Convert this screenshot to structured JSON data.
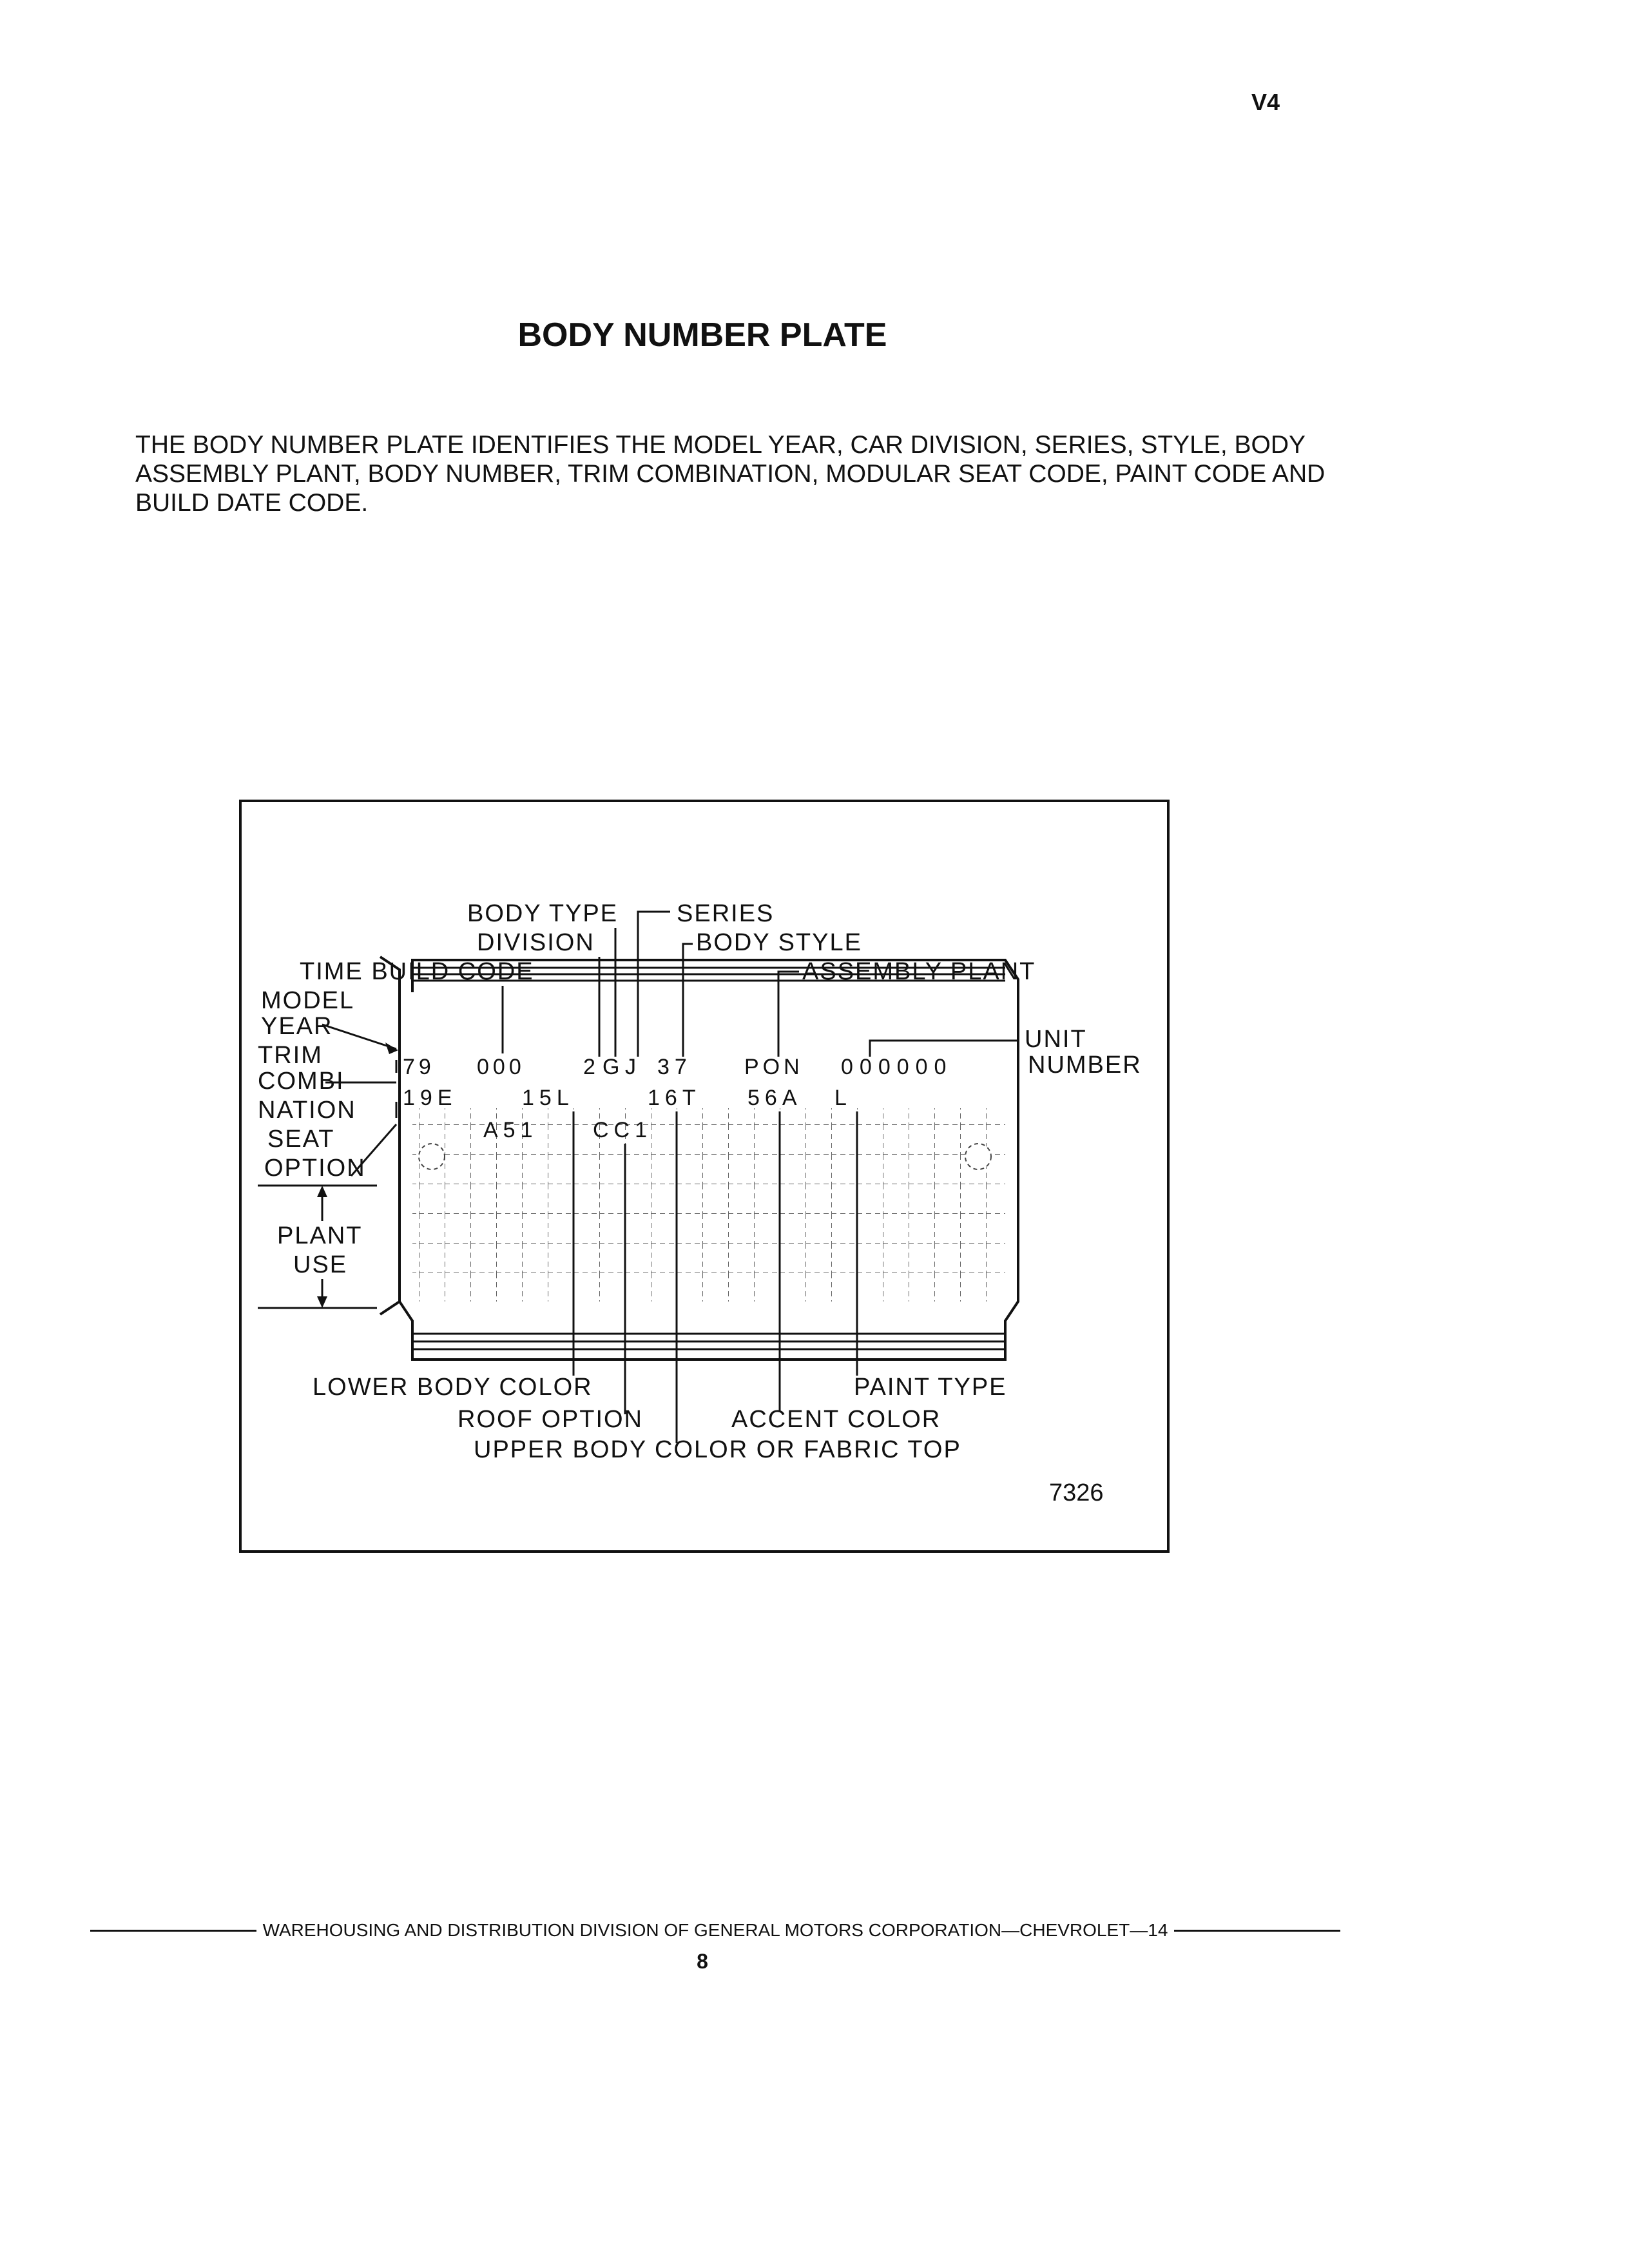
{
  "header": {
    "page_code": "V4"
  },
  "title": "BODY NUMBER PLATE",
  "intro": "THE BODY NUMBER PLATE IDENTIFIES THE MODEL YEAR, CAR DIVISION, SERIES, STYLE, BODY ASSEMBLY PLANT, BODY NUMBER, TRIM COMBINATION, MODULAR SEAT CODE, PAINT CODE AND BUILD DATE CODE.",
  "diagram": {
    "labels": {
      "body_type": "BODY TYPE",
      "series": "SERIES",
      "division": "DIVISION",
      "body_style": "BODY STYLE",
      "time_build_code": "TIME BUILD CODE",
      "assembly_plant": "ASSEMBLY PLANT",
      "model": "MODEL",
      "year": "YEAR",
      "unit": "UNIT",
      "number": "NUMBER",
      "trim": "TRIM",
      "combi": "COMBI-",
      "nation": "NATION",
      "seat": "SEAT",
      "option": "OPTION",
      "plant": "PLANT",
      "use": "USE",
      "lower_body_color": "LOWER BODY COLOR",
      "paint_type": "PAINT TYPE",
      "roof_option": "ROOF OPTION",
      "accent_color": "ACCENT COLOR",
      "upper_body_color": "UPPER BODY COLOR OR FABRIC TOP"
    },
    "row1": {
      "model_year": "79",
      "time_build": "000",
      "division": "2",
      "body_type": "G",
      "series": "J",
      "body_style": "37",
      "assembly_plant": "PON",
      "unit_number": "000000"
    },
    "row2": {
      "trim": "19E",
      "lower_color": "15L",
      "upper_color": "16T",
      "accent": "56A",
      "paint_type": "L"
    },
    "row3": {
      "seat_option": "A51",
      "roof_option": "CC1"
    },
    "figure_number": "7326"
  },
  "footer": {
    "text": "WAREHOUSING AND DISTRIBUTION DIVISION OF GENERAL MOTORS CORPORATION—CHEVROLET—14",
    "page_number": "8"
  }
}
